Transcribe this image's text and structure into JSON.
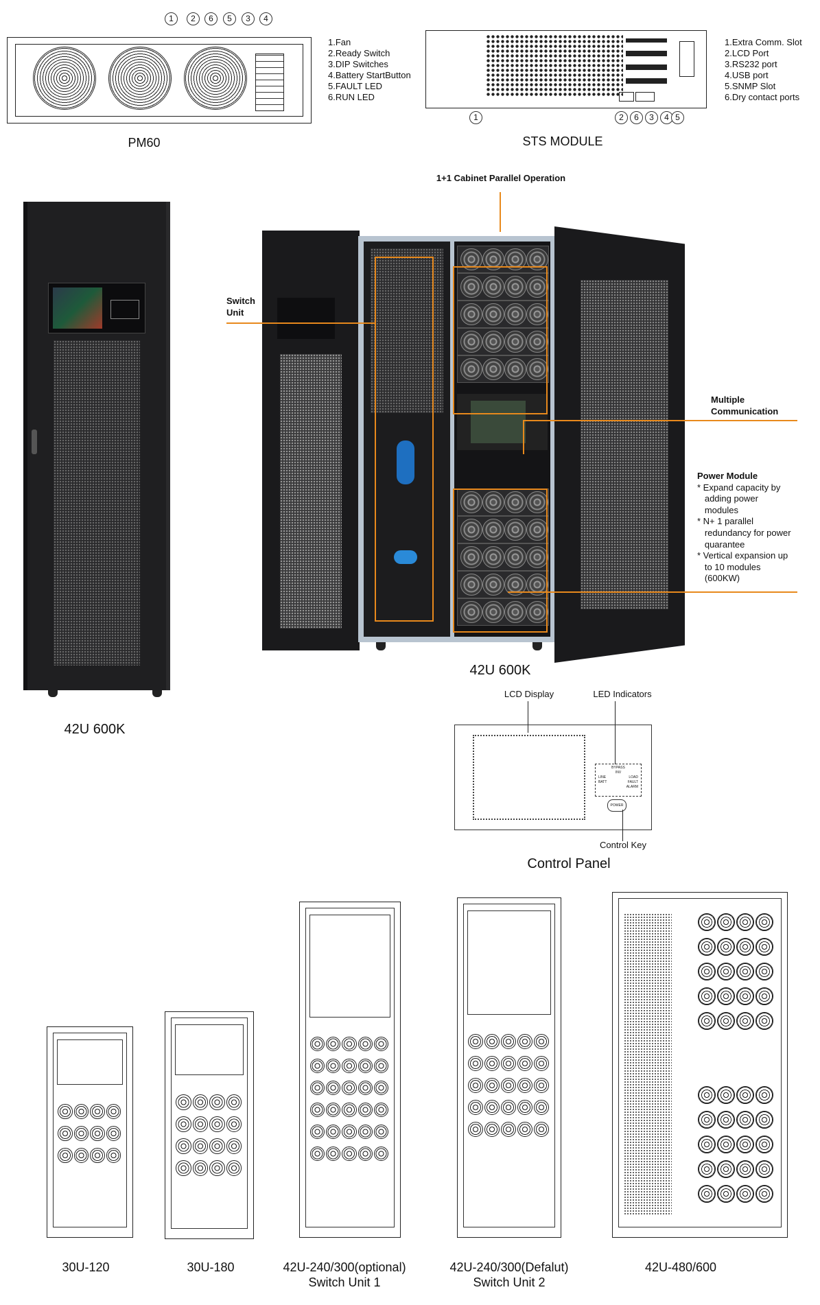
{
  "pm60": {
    "caption": "PM60",
    "badges": [
      "1",
      "2",
      "6",
      "5",
      "3",
      "4"
    ],
    "legend": [
      "1.Fan",
      "2.Ready Switch",
      "3.DIP Switches",
      "4.Battery StartButton",
      "5.FAULT LED",
      "6.RUN LED"
    ]
  },
  "sts": {
    "caption": "STS MODULE",
    "badges": [
      "1",
      "2",
      "6",
      "3",
      "4",
      "5"
    ],
    "legend": [
      "1.Extra Comm. Slot",
      "2.LCD Port",
      "3.RS232 port",
      "4.USB port",
      "5.SNMP Slot",
      "6.Dry contact ports"
    ]
  },
  "cabinet_front": {
    "caption": "42U 600K"
  },
  "cabinet_open": {
    "caption": "42U 600K",
    "title": "1+1 Cabinet Parallel Operation",
    "switch_unit": [
      "Switch",
      "Unit"
    ],
    "multiple_comm": [
      "Multiple",
      "Communication"
    ],
    "power_module": {
      "title": "Power Module",
      "bullets": [
        "* Expand capacity by",
        "   adding power",
        "   modules",
        "* N+ 1 parallel",
        "   redundancy for power",
        "   quarantee",
        "* Vertical expansion up",
        "   to 10 modules",
        "   (600KW)"
      ]
    }
  },
  "control_panel": {
    "caption": "Control Panel",
    "lcd_label": "LCD Display",
    "led_label": "LED Indicators",
    "key_label": "Control Key",
    "led_texts": [
      "BYPASS",
      "INV",
      "LINE",
      "LOAD",
      "BATT",
      "FAULT",
      "ALARM",
      "POWER"
    ]
  },
  "models": [
    {
      "line1": "30U-120",
      "line2": ""
    },
    {
      "line1": "30U-180",
      "line2": ""
    },
    {
      "line1": "42U-240/300(optional)",
      "line2": "Switch Unit 1"
    },
    {
      "line1": "42U-240/300(Defalut)",
      "line2": "Switch Unit 2"
    },
    {
      "line1": "42U-480/600",
      "line2": ""
    }
  ],
  "colors": {
    "accent": "#e8891c",
    "cabinet": "#1e1e20",
    "frame": "#b8c4d0"
  }
}
